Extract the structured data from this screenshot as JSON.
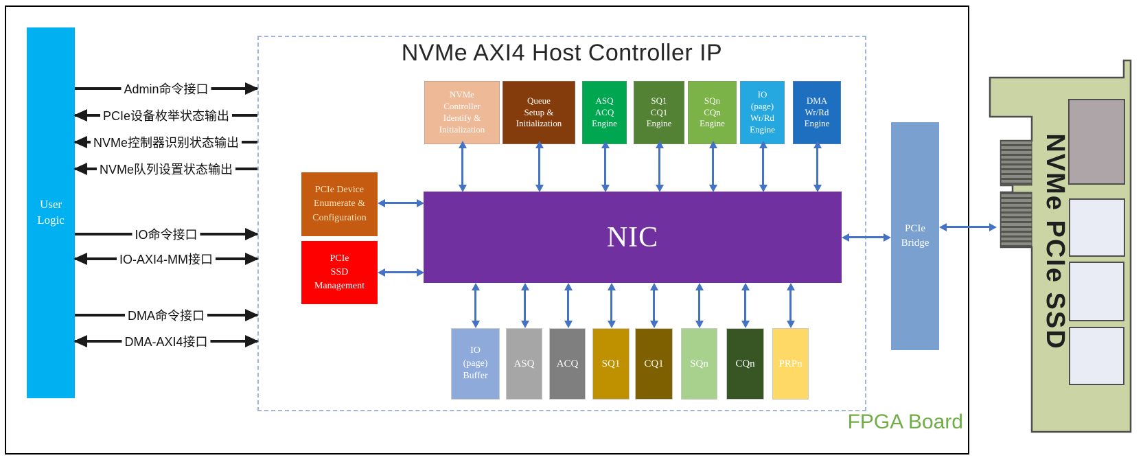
{
  "title": "NVMe AXI4 Host Controller IP",
  "board_label": "FPGA Board",
  "user_logic": {
    "label": "User\nLogic",
    "color": "#00B0F0"
  },
  "interfaces": [
    {
      "label": "Admin命令接口",
      "direction": "to-ip"
    },
    {
      "label": "PCIe设备枚举状态输出",
      "direction": "to-user"
    },
    {
      "label": "NVMe控制器识别状态输出",
      "direction": "to-user"
    },
    {
      "label": "NVMe队列设置状态输出",
      "direction": "to-user"
    },
    {
      "label": "IO命令接口",
      "direction": "to-ip"
    },
    {
      "label": "IO-AXI4-MM接口",
      "direction": "bidirectional"
    },
    {
      "label": "DMA命令接口",
      "direction": "to-ip"
    },
    {
      "label": "DMA-AXI4接口",
      "direction": "bidirectional"
    }
  ],
  "top_engines": [
    {
      "label": "NVMe\nController\nIdentify &\nInitialization",
      "color": "#EEB997"
    },
    {
      "label": "Queue\nSetup &\nInitialization",
      "color": "#843C0C"
    },
    {
      "label": "ASQ\nACQ\nEngine",
      "color": "#00A650"
    },
    {
      "label": "SQ1\nCQ1\nEngine",
      "color": "#548235"
    },
    {
      "label": "SQn\nCQn\nEngine",
      "color": "#7CB348"
    },
    {
      "label": "IO\n(page)\nWr/Rd\nEngine",
      "color": "#25A8E0"
    },
    {
      "label": "DMA\nWr/Rd\nEngine",
      "color": "#1E6FC0"
    }
  ],
  "side_blocks": [
    {
      "label": "PCIe Device\nEnumerate &\nConfiguration",
      "color": "#C55A11",
      "text_color": "#F8E3BC"
    },
    {
      "label": "PCIe\nSSD\nManagement",
      "color": "#FF0000",
      "text_color": "#FFFFFF"
    }
  ],
  "nic": {
    "label": "NIC",
    "color": "#7030A0"
  },
  "pcie_bridge": {
    "label": "PCIe\nBridge",
    "color": "#7AA0CF"
  },
  "bottom_buffers": [
    {
      "label": "IO\n(page)\nBuffer",
      "color": "#8EAADB"
    },
    {
      "label": "ASQ",
      "color": "#A6A6A6"
    },
    {
      "label": "ACQ",
      "color": "#7F7F7F"
    },
    {
      "label": "SQ1",
      "color": "#BF9000"
    },
    {
      "label": "CQ1",
      "color": "#7F6000"
    },
    {
      "label": "SQn",
      "color": "#A9D18E"
    },
    {
      "label": "CQn",
      "color": "#375623"
    },
    {
      "label": "PRPn",
      "color": "#FFD966"
    }
  ],
  "ssd_card": {
    "label": "NVMe PCIe SSD",
    "body_color": "#CBD4A4",
    "chip_dark_color": "#AEA5A9",
    "chip_light_color": "#E9EBF5",
    "connector_color": "#8B8B85"
  },
  "colors": {
    "arrow_blue": "#4472C4",
    "arrow_black": "#1A1A1A",
    "dashed_border": "#A3B3D9",
    "board_label_green": "#70AD47"
  }
}
